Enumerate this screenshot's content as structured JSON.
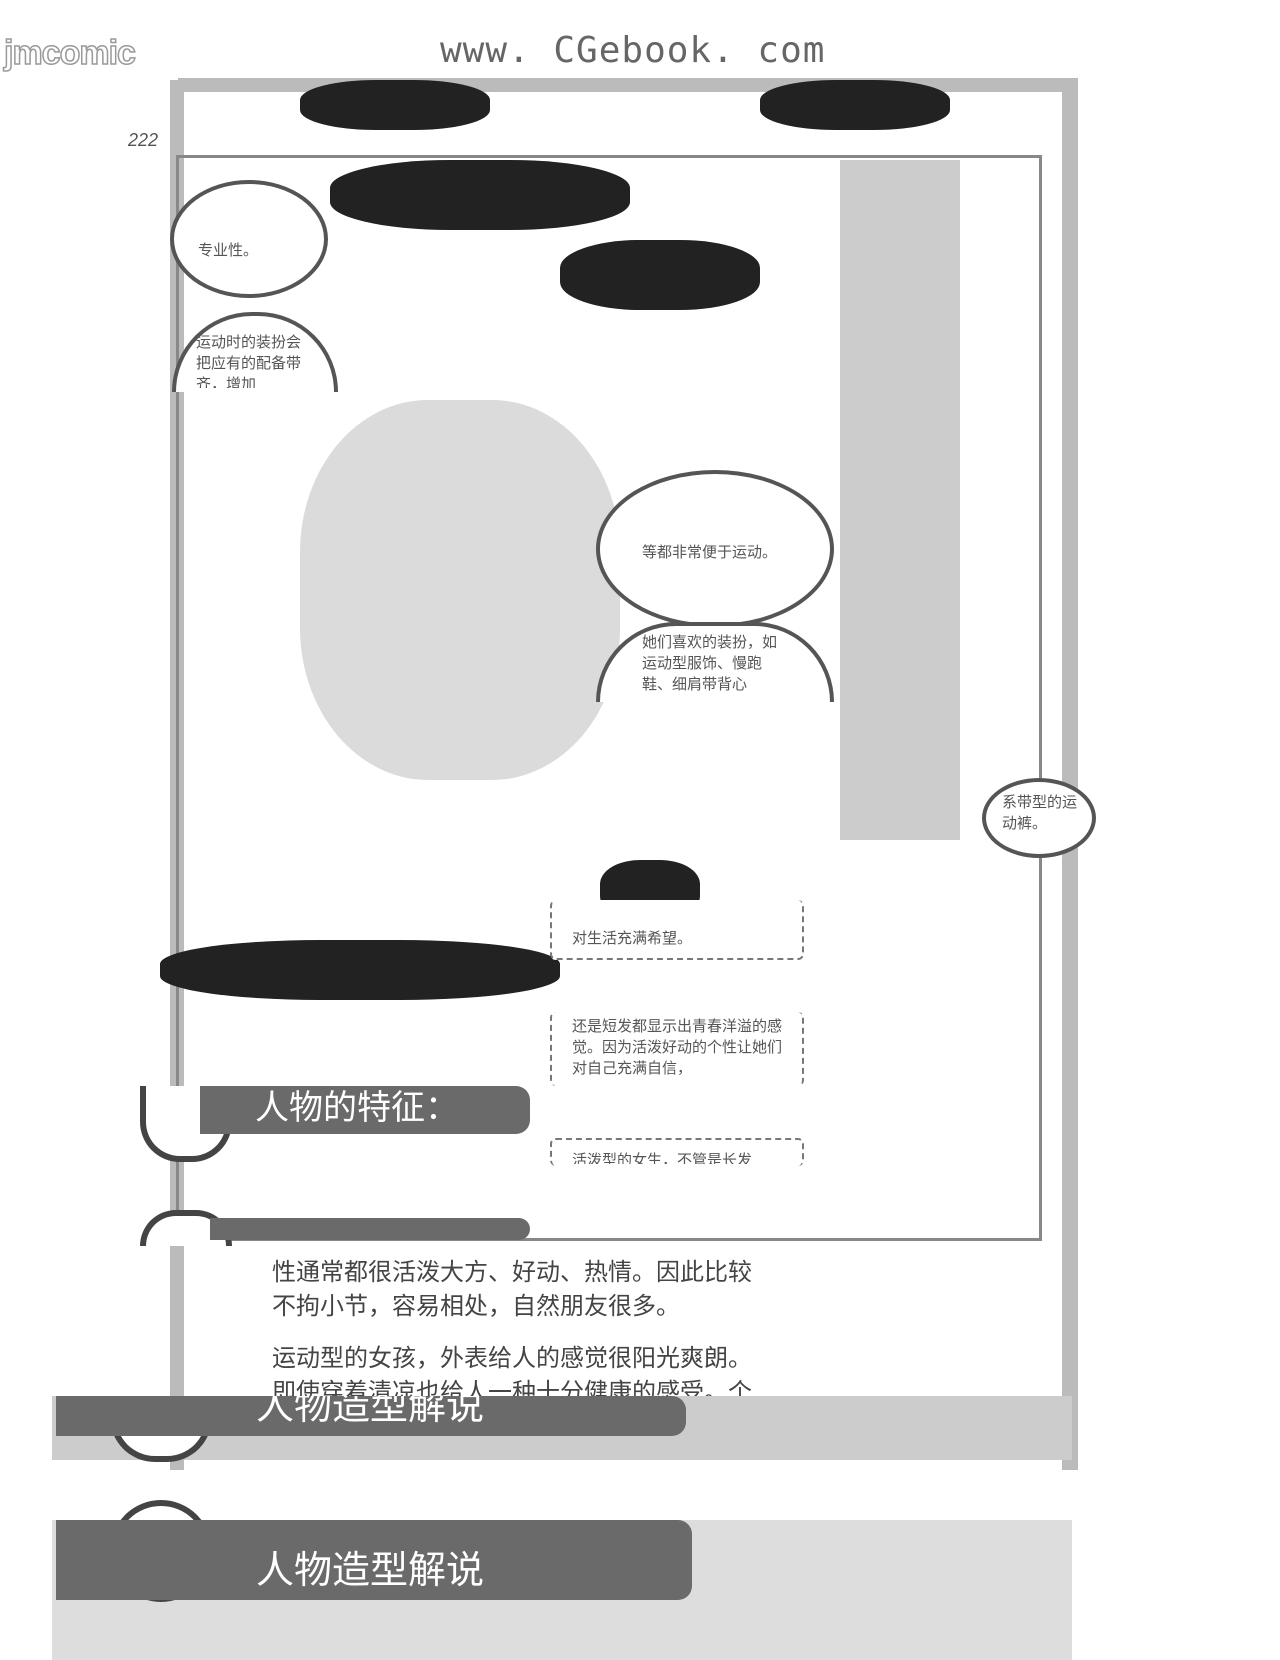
{
  "watermark": {
    "logo": "jmcomic",
    "site": "www. CGebook. com"
  },
  "page_number": "222",
  "callouts": {
    "professional": "专业性。",
    "gear": "运动时的装扮会把应有的配备带齐，增加",
    "convenient": "等都非常便于运动。",
    "likes": "她们喜欢的装扮，如运动型服饰、慢跑鞋、细肩带背心",
    "pants": "系带型的运动裤。"
  },
  "notes": {
    "hope": "对生活充满希望。",
    "lively_cont": "还是短发都显示出青春洋溢的感觉。因为活泼好动的个性让她们对自己充满自信，",
    "lively_start": "活泼型的女生，不管是长发"
  },
  "headings": {
    "features": "人物的特征：",
    "explain": "人物造型解说",
    "explain2": "人物造型解说"
  },
  "paragraphs": [
    "性通常都很活泼大方、好动、热情。因此比较",
    "不拘小节，容易相处，自然朋友很多。",
    "运动型的女孩，外表给人的感觉很阳光爽朗。",
    "即使穿着清凉也给人一种十分健康的感受。个"
  ]
}
